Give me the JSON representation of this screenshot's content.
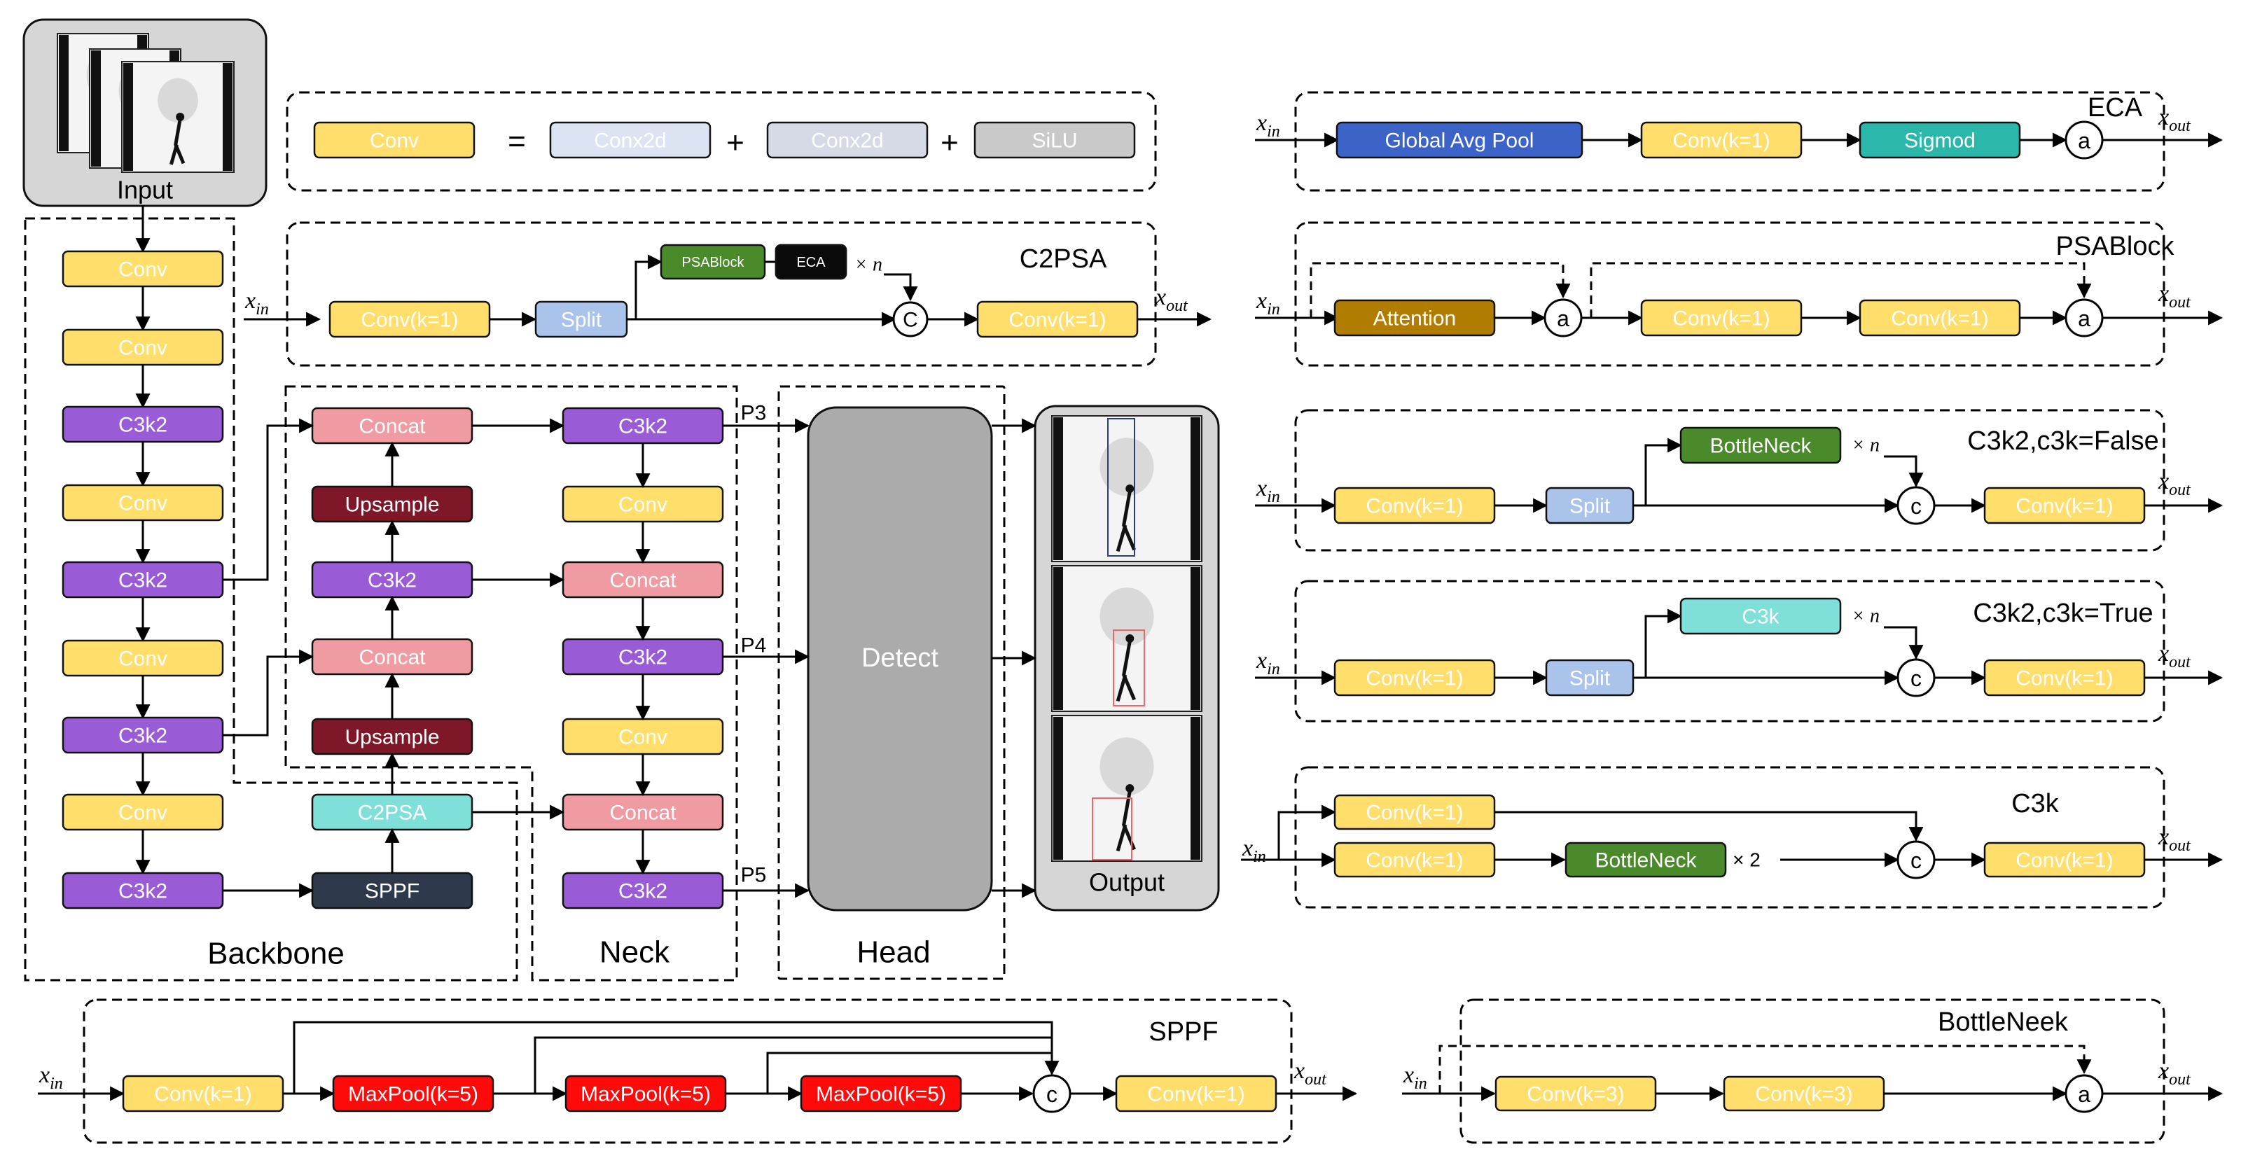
{
  "colors": {
    "conv": "#FFDE6B",
    "c3k2": "#9A5BD6",
    "concat": "#EF9BA1",
    "upsample": "#7E1728",
    "c2psa": "#7FE0DA",
    "sppf": "#2E3A4C",
    "split": "#A9C3EB",
    "bottleneck": "#4B8A2B",
    "maxpool": "#FF0A0A",
    "attention": "#B07D00",
    "gap": "#3C64C8",
    "sigmod": "#2BB7A9",
    "detect": "#ABABAB",
    "conx2d": "#DCE4F4",
    "conx2d2": "#D6DAE6",
    "silu": "#C9C9C9"
  },
  "labels": {
    "conv": "Conv",
    "c3k2": "C3k2",
    "concat": "Concat",
    "upsample": "Upsample",
    "c2psa": "C2PSA",
    "sppf": "SPPF",
    "split": "Split",
    "conv_k1": "Conv(k=1)",
    "conv_k3": "Conv(k=3)",
    "maxpool": "MaxPool(k=5)",
    "bottleneck": "BottleNeck",
    "c3k": "C3k",
    "attention": "Attention",
    "gap": "Global Avg Pool",
    "sigmod": "Sigmod",
    "psablock": "PSABlock",
    "eca": "ECA",
    "detect": "Detect",
    "input": "Input",
    "output": "Output",
    "backbone": "Backbone",
    "neck": "Neck",
    "head": "Head",
    "p3": "P3",
    "p4": "P4",
    "p5": "P5",
    "conx2d": "Conx2d",
    "silu": "SiLU",
    "equals": "=",
    "plus": "+",
    "concat_op": "c",
    "concat_op_big": "C",
    "add_op": "a",
    "times_n": "× n",
    "times_2": "× 2",
    "x": "x",
    "in_sub": "in",
    "out_sub": "out"
  },
  "panels": {
    "c2psa_title": "C2PSA",
    "eca_title": "ECA",
    "psablock_title": "PSABlock",
    "c3k2_false_title": "C3k2,c3k=False",
    "c3k2_true_title": "C3k2,c3k=True",
    "c3k_title": "C3k",
    "sppf_title": "SPPF",
    "bottleneck_title": "BottleNeek"
  }
}
